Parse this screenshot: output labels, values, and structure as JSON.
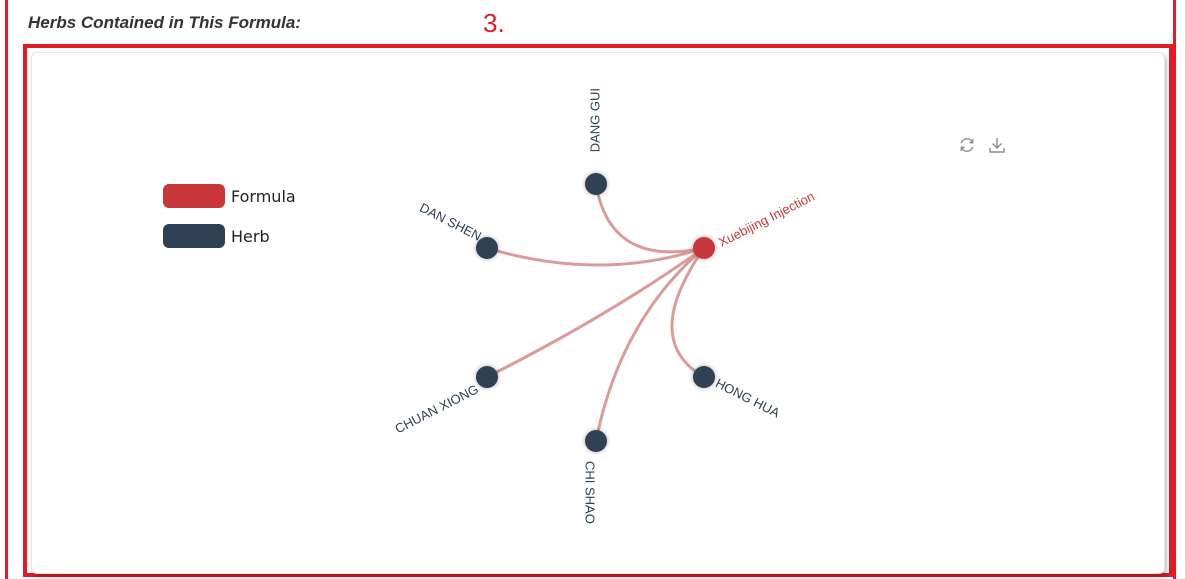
{
  "section": {
    "title": "Herbs Contained in This Formula:",
    "step_marker": "3."
  },
  "legend": [
    {
      "label": "Formula",
      "color": "#c8373a"
    },
    {
      "label": "Herb",
      "color": "#2e4053"
    }
  ],
  "toolbox": [
    {
      "name": "restore-icon",
      "title": "Restore"
    },
    {
      "name": "download-icon",
      "title": "Save as image"
    }
  ],
  "graph": {
    "formula": {
      "label": "Xuebijing Injection",
      "color": "#c8373a"
    },
    "herbs": [
      {
        "label": "DANG GUI",
        "color": "#2e4053"
      },
      {
        "label": "DAN SHEN",
        "color": "#2e4053"
      },
      {
        "label": "CHUAN XIONG",
        "color": "#2e4053"
      },
      {
        "label": "CHI SHAO",
        "color": "#2e4053"
      },
      {
        "label": "HONG HUA",
        "color": "#2e4053"
      }
    ],
    "edge_color": "#d98f8f"
  }
}
